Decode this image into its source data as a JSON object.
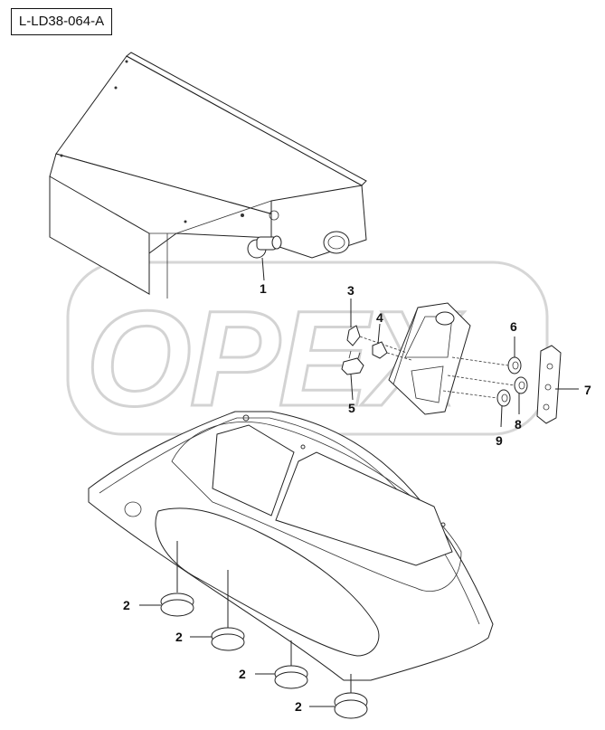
{
  "diagram_id": "L-LD38-064-A",
  "watermark": "OPEX",
  "callouts": {
    "p1": "1",
    "p2a": "2",
    "p2b": "2",
    "p2c": "2",
    "p2d": "2",
    "p3": "3",
    "p4": "4",
    "p5": "5",
    "p6": "6",
    "p7": "7",
    "p8": "8",
    "p9": "9"
  }
}
